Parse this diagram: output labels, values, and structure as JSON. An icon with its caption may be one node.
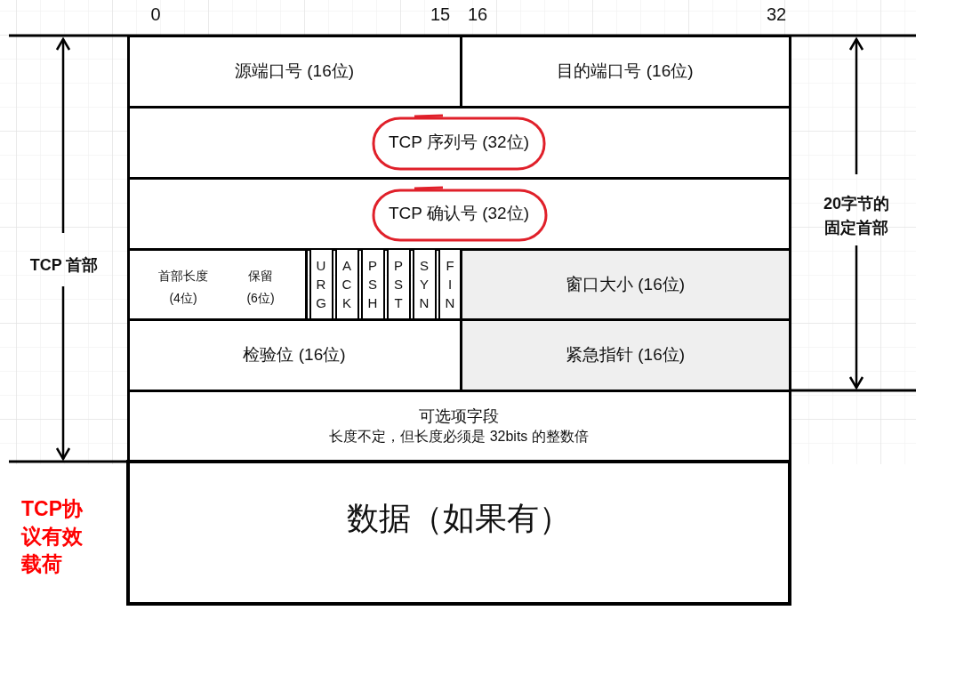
{
  "diagram": {
    "nodes": [
      {
        "text": [
          "源端口号 (16位)"
        ]
      },
      {
        "text": [
          "目的端口号 (16位)"
        ]
      },
      {
        "text": [
          "TCP 序列号 (32位)"
        ]
      },
      {
        "text": [
          "TCP 确认号 (32位)"
        ]
      },
      {
        "text": [
          "首部长度 (4位)",
          "保留 (6位)"
        ]
      },
      {
        "text": [
          "URG"
        ]
      },
      {
        "text": [
          "ACK"
        ]
      },
      {
        "text": [
          "PSH"
        ]
      },
      {
        "text": [
          "PST"
        ]
      },
      {
        "text": [
          "SYN"
        ]
      },
      {
        "text": [
          "FIN"
        ]
      },
      {
        "text": [
          "窗口大小 (16位)"
        ]
      },
      {
        "text": [
          "检验位 (16位)"
        ]
      },
      {
        "text": [
          "紧急指针 (16位)"
        ]
      },
      {
        "text": [
          "可选项字段",
          "长度不定，但长度必须是 32bits 的整数倍"
        ]
      },
      {
        "text": [
          "数据（如果有）"
        ]
      }
    ],
    "labels": [
      "0",
      "15",
      "16",
      "32",
      "TCP 首部",
      "20字节的固定首部",
      "TCP协议有效载荷"
    ]
  }
}
